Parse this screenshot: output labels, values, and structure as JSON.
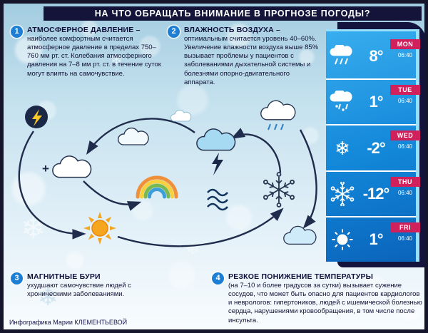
{
  "header": {
    "title": "НА ЧТО ОБРАЩАТЬ ВНИМАНИЕ В ПРОГНОЗЕ ПОГОДЫ?"
  },
  "sections": [
    {
      "number": "1",
      "title": "АТМОСФЕРНОЕ ДАВЛЕНИЕ –",
      "body": "наиболее комфортным считается атмосферное давление в пределах 750–760 мм рт. ст. Колебания атмосферного давления на 7–8 мм рт. ст. в течение суток могут влиять на самочувствие."
    },
    {
      "number": "2",
      "title": "ВЛАЖНОСТЬ ВОЗДУХА –",
      "body": "оптимальным считается уровень 40–60%. Увеличение влажности воздуха выше 85% вызывает проблемы у пациентов с заболеваниями дыхательной системы и болезнями опорно-двигательного аппарата."
    },
    {
      "number": "3",
      "title": "МАГНИТНЫЕ БУРИ",
      "body": "ухудшают самочувствие людей с хроническими заболеваниями."
    },
    {
      "number": "4",
      "title": "РЕЗКОЕ ПОНИЖЕНИЕ ТЕМПЕРАТУРЫ",
      "body": "(на 7–10 и более градусов за сутки) вызывает сужение сосудов, что может быть опасно для пациентов кардиологов и неврологов: гипертоников, людей с ишемической болезнью сердца, нарушениями кровообращения, в том числе после инсульта."
    }
  ],
  "forecast": {
    "days": [
      {
        "icon": "rain-cloud-icon",
        "temp": "8°",
        "day": "MON",
        "time": "06:40",
        "glyph": ""
      },
      {
        "icon": "sleet-cloud-icon",
        "temp": "1°",
        "day": "TUE",
        "time": "06:40",
        "glyph": ""
      },
      {
        "icon": "snowflake-icon",
        "temp": "-2°",
        "day": "WED",
        "time": "06:40",
        "glyph": "❄"
      },
      {
        "icon": "light-snowflake-icon",
        "temp": "-12°",
        "day": "THU",
        "time": "06:40",
        "glyph": ""
      },
      {
        "icon": "sun-icon",
        "temp": "1°",
        "day": "FRI",
        "time": "06:40",
        "glyph": ""
      }
    ]
  },
  "illustration": {
    "plus_sign": "+"
  },
  "decor": {
    "snowflake_glyph": "❄"
  },
  "credit": "Инфографика Марии КЛЕМЕНТЬЕВОЙ",
  "colors": {
    "header_bg": "#14143a",
    "accent_blue": "#1d7ed3",
    "day_label": "#d1215c",
    "screen_top": "#38adee",
    "screen_bottom": "#0a64ba",
    "sun_orange": "#f6a51f"
  }
}
